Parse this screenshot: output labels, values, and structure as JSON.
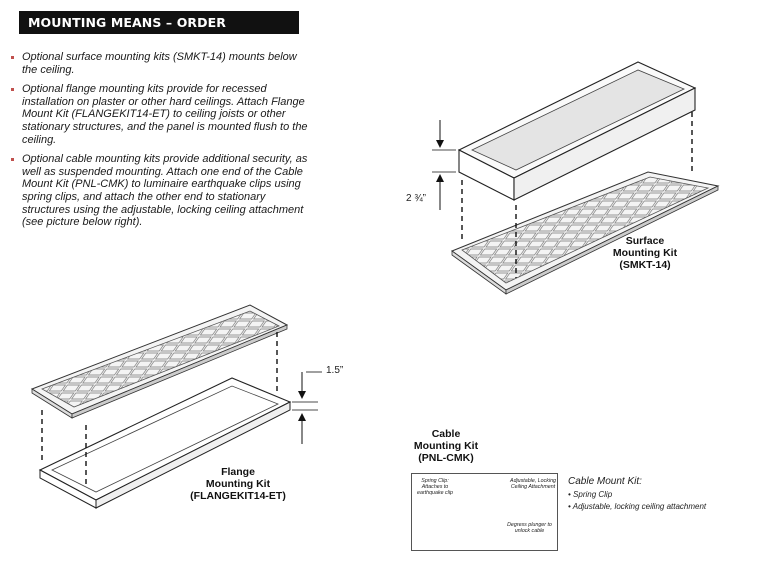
{
  "header": {
    "title": "MOUNTING MEANS – ORDER SEPARATELY"
  },
  "bullets": [
    "Optional surface mounting kits (SMKT-14) mounts below the ceiling.",
    "Optional flange mounting kits provide for recessed installation on plaster or other hard ceilings. Attach Flange Mount Kit (FLANGEKIT14-ET) to ceiling joists or other stationary structures, and the panel is mounted flush to the ceiling.",
    "Optional cable mounting kits provide additional security, as well as suspended mounting. Attach one end of the Cable Mount Kit (PNL-CMK) to luminaire earthquake clips using spring clips, and attach the other end to stationary structures using the adjustable, locking ceiling attachment (see picture below right)."
  ],
  "surface_kit": {
    "caption_line1": "Surface",
    "caption_line2": "Mounting Kit",
    "caption_line3": "(SMKT-14)",
    "dimension": "2 ¾”"
  },
  "flange_kit": {
    "caption_line1": "Flange",
    "caption_line2": "Mounting Kit",
    "caption_line3": "(FLANGEKIT14-ET)",
    "dimension": "1.5”"
  },
  "cable_kit": {
    "caption_line1": "Cable",
    "caption_line2": "Mounting Kit",
    "caption_line3": "(PNL-CMK)",
    "callout_spring": "Spring Clip: Attaches to earthquake clip",
    "callout_adjustable": "Adjustable, Locking Ceiling Attachment",
    "callout_plunger": "Degress plunger to unlock cable",
    "legend_title": "Cable Mount Kit:",
    "legend_items": [
      "Spring Clip",
      "Adjustable, locking ceiling attachment"
    ]
  }
}
